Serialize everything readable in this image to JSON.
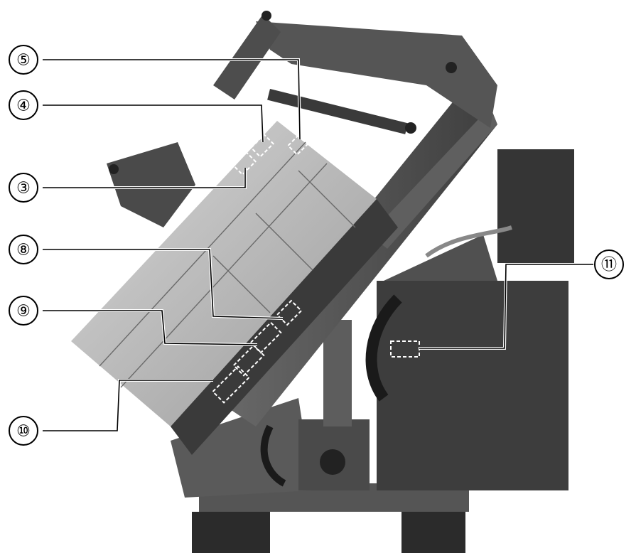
{
  "figure": {
    "description_hidden": "",
    "callouts": [
      {
        "id": "c5",
        "label": "⑤"
      },
      {
        "id": "c4",
        "label": "④"
      },
      {
        "id": "c3",
        "label": "③"
      },
      {
        "id": "c8",
        "label": "⑧"
      },
      {
        "id": "c9",
        "label": "⑨"
      },
      {
        "id": "c10",
        "label": "⑩"
      },
      {
        "id": "c11",
        "label": "⑪"
      }
    ]
  },
  "colors": {
    "machine_dark": "#4a4a4a",
    "machine_mid": "#7a7a7a",
    "machine_light": "#bdbdbd",
    "background": "#ffffff"
  }
}
